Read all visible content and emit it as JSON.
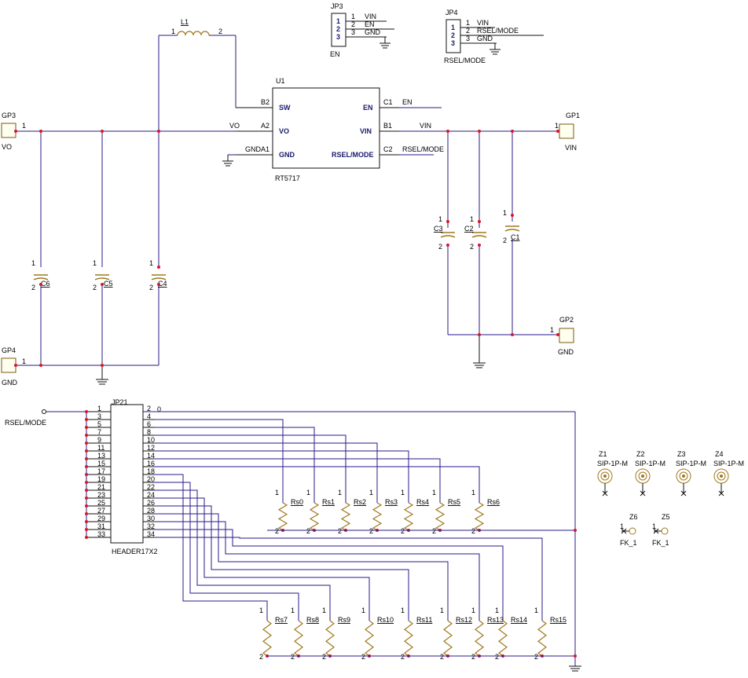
{
  "u1": {
    "ref": "U1",
    "part": "RT5717",
    "pins_left": [
      {
        "num": "B2",
        "name": "SW"
      },
      {
        "num": "A2",
        "name": "VO"
      },
      {
        "num": "A1",
        "name": "GND"
      }
    ],
    "pins_right": [
      {
        "num": "C1",
        "name": "EN"
      },
      {
        "num": "B1",
        "name": "VIN"
      },
      {
        "num": "C2",
        "name": "RSEL/MODE"
      }
    ],
    "left_nets": [
      "VO",
      "GND"
    ],
    "right_nets": [
      "EN",
      "VIN",
      "RSEL/MODE"
    ]
  },
  "l1": {
    "ref": "L1",
    "pin1": "1",
    "pin2": "2"
  },
  "jp3": {
    "ref": "JP3",
    "label": "EN",
    "pins": [
      "1",
      "2",
      "3"
    ],
    "nets": [
      "VIN",
      "EN",
      "GND"
    ]
  },
  "jp4": {
    "ref": "JP4",
    "label": "RSEL/MODE",
    "pins": [
      "1",
      "2",
      "3"
    ],
    "nets": [
      "VIN",
      "RSEL/MODE",
      "GND"
    ]
  },
  "test_points": [
    {
      "ref": "GP3",
      "pin": "1",
      "net": "VO"
    },
    {
      "ref": "GP4",
      "pin": "1",
      "net": "GND"
    },
    {
      "ref": "GP1",
      "pin": "1",
      "net": "VIN"
    },
    {
      "ref": "GP2",
      "pin": "1",
      "net": "GND"
    }
  ],
  "caps_out": [
    "C6",
    "C5",
    "C4"
  ],
  "caps_in": [
    "C3",
    "C2",
    "C1"
  ],
  "pin_one": "1",
  "pin_two": "2",
  "jp21": {
    "ref": "JP21",
    "part": "HEADER17X2",
    "net": "RSEL/MODE",
    "zero": "0",
    "odd": [
      "1",
      "3",
      "5",
      "7",
      "9",
      "11",
      "13",
      "15",
      "17",
      "19",
      "21",
      "23",
      "25",
      "27",
      "29",
      "31",
      "33"
    ],
    "even": [
      "2",
      "4",
      "6",
      "8",
      "10",
      "12",
      "14",
      "16",
      "18",
      "20",
      "22",
      "24",
      "26",
      "28",
      "30",
      "32",
      "34"
    ]
  },
  "resistors_top": [
    "Rs0",
    "Rs1",
    "Rs2",
    "Rs3",
    "Rs4",
    "Rs5",
    "Rs6"
  ],
  "resistors_bottom": [
    "Rs7",
    "Rs8",
    "Rs9",
    "Rs10",
    "Rs11",
    "Rs12",
    "Rs13",
    "Rs14",
    "Rs15"
  ],
  "mounting": [
    {
      "ref": "Z1",
      "part": "SIP-1P-M"
    },
    {
      "ref": "Z2",
      "part": "SIP-1P-M"
    },
    {
      "ref": "Z3",
      "part": "SIP-1P-M"
    },
    {
      "ref": "Z4",
      "part": "SIP-1P-M"
    }
  ],
  "fiducials": [
    {
      "ref": "Z6",
      "pin": "1",
      "part": "FK_1"
    },
    {
      "ref": "Z5",
      "pin": "1",
      "part": "FK_1"
    }
  ]
}
